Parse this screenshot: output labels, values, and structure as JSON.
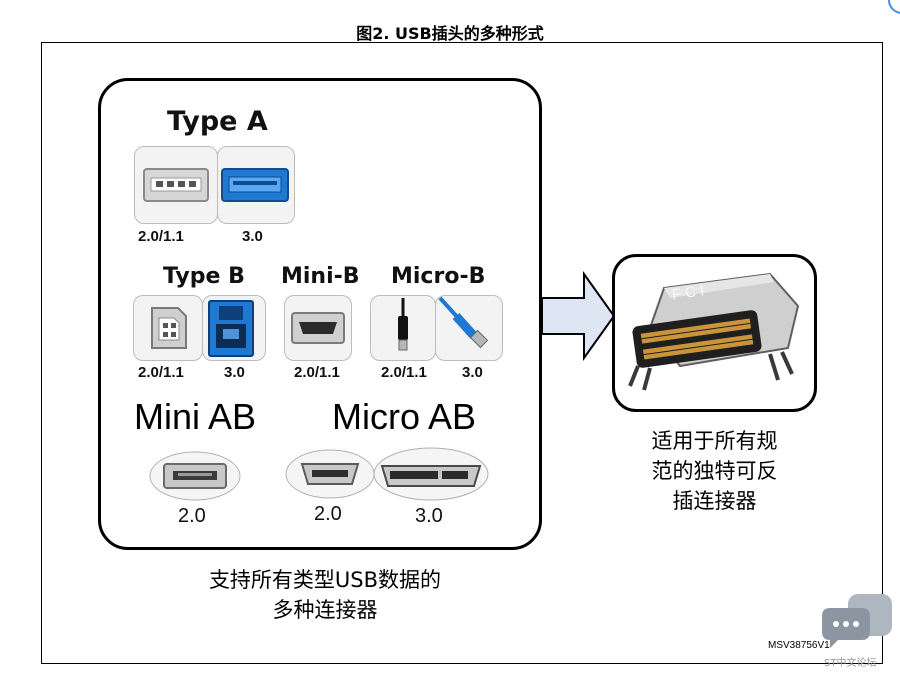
{
  "figure": {
    "title": "图2. USB插头的多种形式",
    "code": "MSV38756V1"
  },
  "headings": {
    "type_a": "Type A",
    "type_b": "Type B",
    "mini_b": "Mini-B",
    "micro_b": "Micro-B",
    "mini_ab": "Mini AB",
    "micro_ab": "Micro AB"
  },
  "versions": {
    "type_a_usb2": "2.0/1.1",
    "type_a_usb3": "3.0",
    "type_b_usb2": "2.0/1.1",
    "type_b_usb3": "3.0",
    "mini_b": "2.0/1.1",
    "micro_b_usb2": "2.0/1.1",
    "micro_b_usb3": "3.0",
    "mini_ab": "2.0",
    "micro_ab_usb2": "2.0",
    "micro_ab_usb3": "3.0"
  },
  "connector_label": "FCI",
  "captions": {
    "left_line1": "支持所有类型USB数据的",
    "left_line2": "多种连接器",
    "right_line1": "适用于所有规",
    "right_line2": "范的独特可反",
    "right_line3": "插连接器"
  },
  "watermark": {
    "text": "ST中文论坛"
  },
  "colors": {
    "usb3_blue": "#1f78d1",
    "arrow_fill": "#dde6f2",
    "tile_bg": "#f3f3f3"
  }
}
